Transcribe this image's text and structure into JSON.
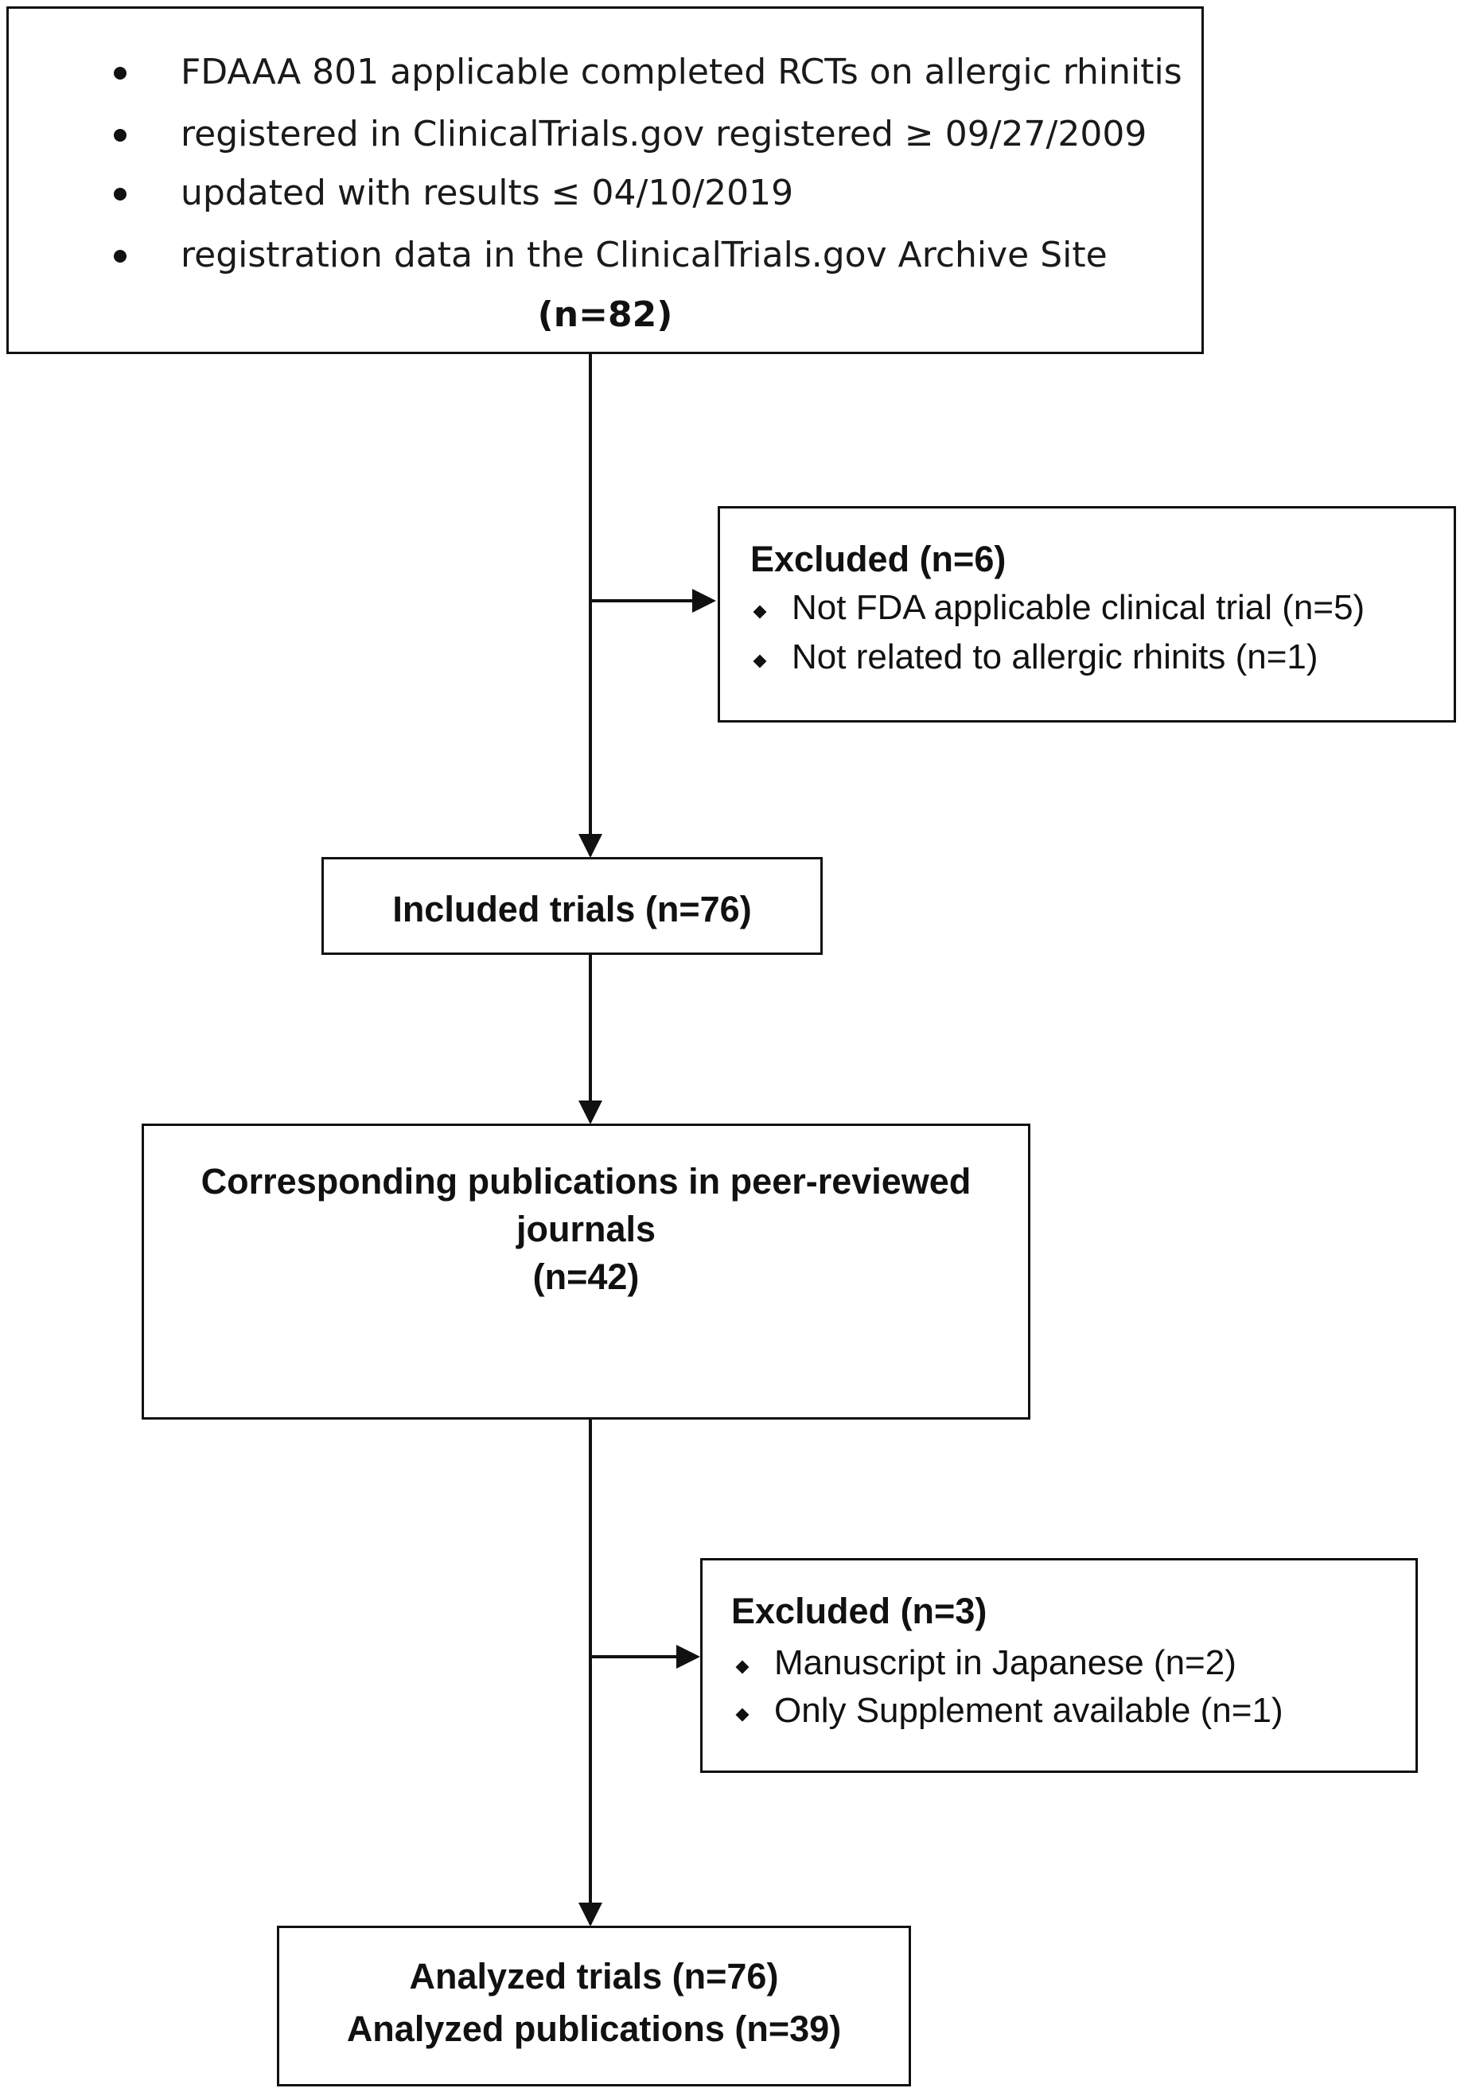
{
  "top_box": {
    "criteria": [
      "FDAAA 801 applicable completed RCTs on allergic rhinitis",
      "registered in ClinicalTrials.gov registered ≥ 09/27/2009",
      "updated with results ≤ 04/10/2019",
      "registration data in the ClinicalTrials.gov Archive Site"
    ],
    "count": "(n=82)"
  },
  "excluded_1": {
    "title": "Excluded (n=6)",
    "items": [
      "Not FDA applicable clinical trial (n=5)",
      "Not related to allergic rhinits (n=1)"
    ]
  },
  "included_box": {
    "label": "Included trials (n=76)"
  },
  "publications_box": {
    "line1": "Corresponding publications in peer-reviewed",
    "line2": "journals",
    "count": "(n=42)"
  },
  "excluded_2": {
    "title": "Excluded (n=3)",
    "items": [
      "Manuscript in Japanese (n=2)",
      "Only Supplement available (n=1)"
    ]
  },
  "analyzed_box": {
    "line1": "Analyzed trials (n=76)",
    "line2": "Analyzed publications (n=39)"
  }
}
